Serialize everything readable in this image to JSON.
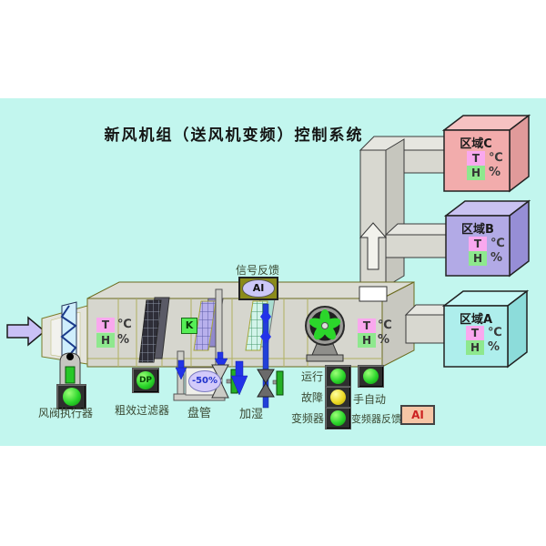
{
  "title": "新风机组（送风机变频）控制系统",
  "sensor": {
    "t": "T",
    "t_unit": "℃",
    "h": "H",
    "h_unit": "%"
  },
  "zones": [
    {
      "name": "区域C"
    },
    {
      "name": "区域B"
    },
    {
      "name": "区域A"
    }
  ],
  "components": {
    "damper_actuator": "风阀执行器",
    "filter": "粗效过滤器",
    "filter_dp": "DP",
    "coil": "盘管",
    "coil_interlock": "K",
    "valve_opening": "-50%",
    "humidifier": "加湿",
    "signal_feedback": "信号反馈",
    "signal_feedback_ai": "AI"
  },
  "status": {
    "run": "运行",
    "fault": "故障",
    "vfd": "变频器",
    "hand_auto": "手自动",
    "vfd_feedback": "变频器反馈",
    "vfd_feedback_ai": "AI"
  },
  "colors": {
    "background": "#c2f6ee",
    "zone_c": "#f2acac",
    "zone_b": "#b2aae6",
    "zone_a": "#aeeeec",
    "duct": "#d8d8d0",
    "run_light": "#2bd62b",
    "fault_light": "#ecd926",
    "sensor_t_bg": "#f9a8ee",
    "sensor_h_bg": "#8ee88e"
  }
}
